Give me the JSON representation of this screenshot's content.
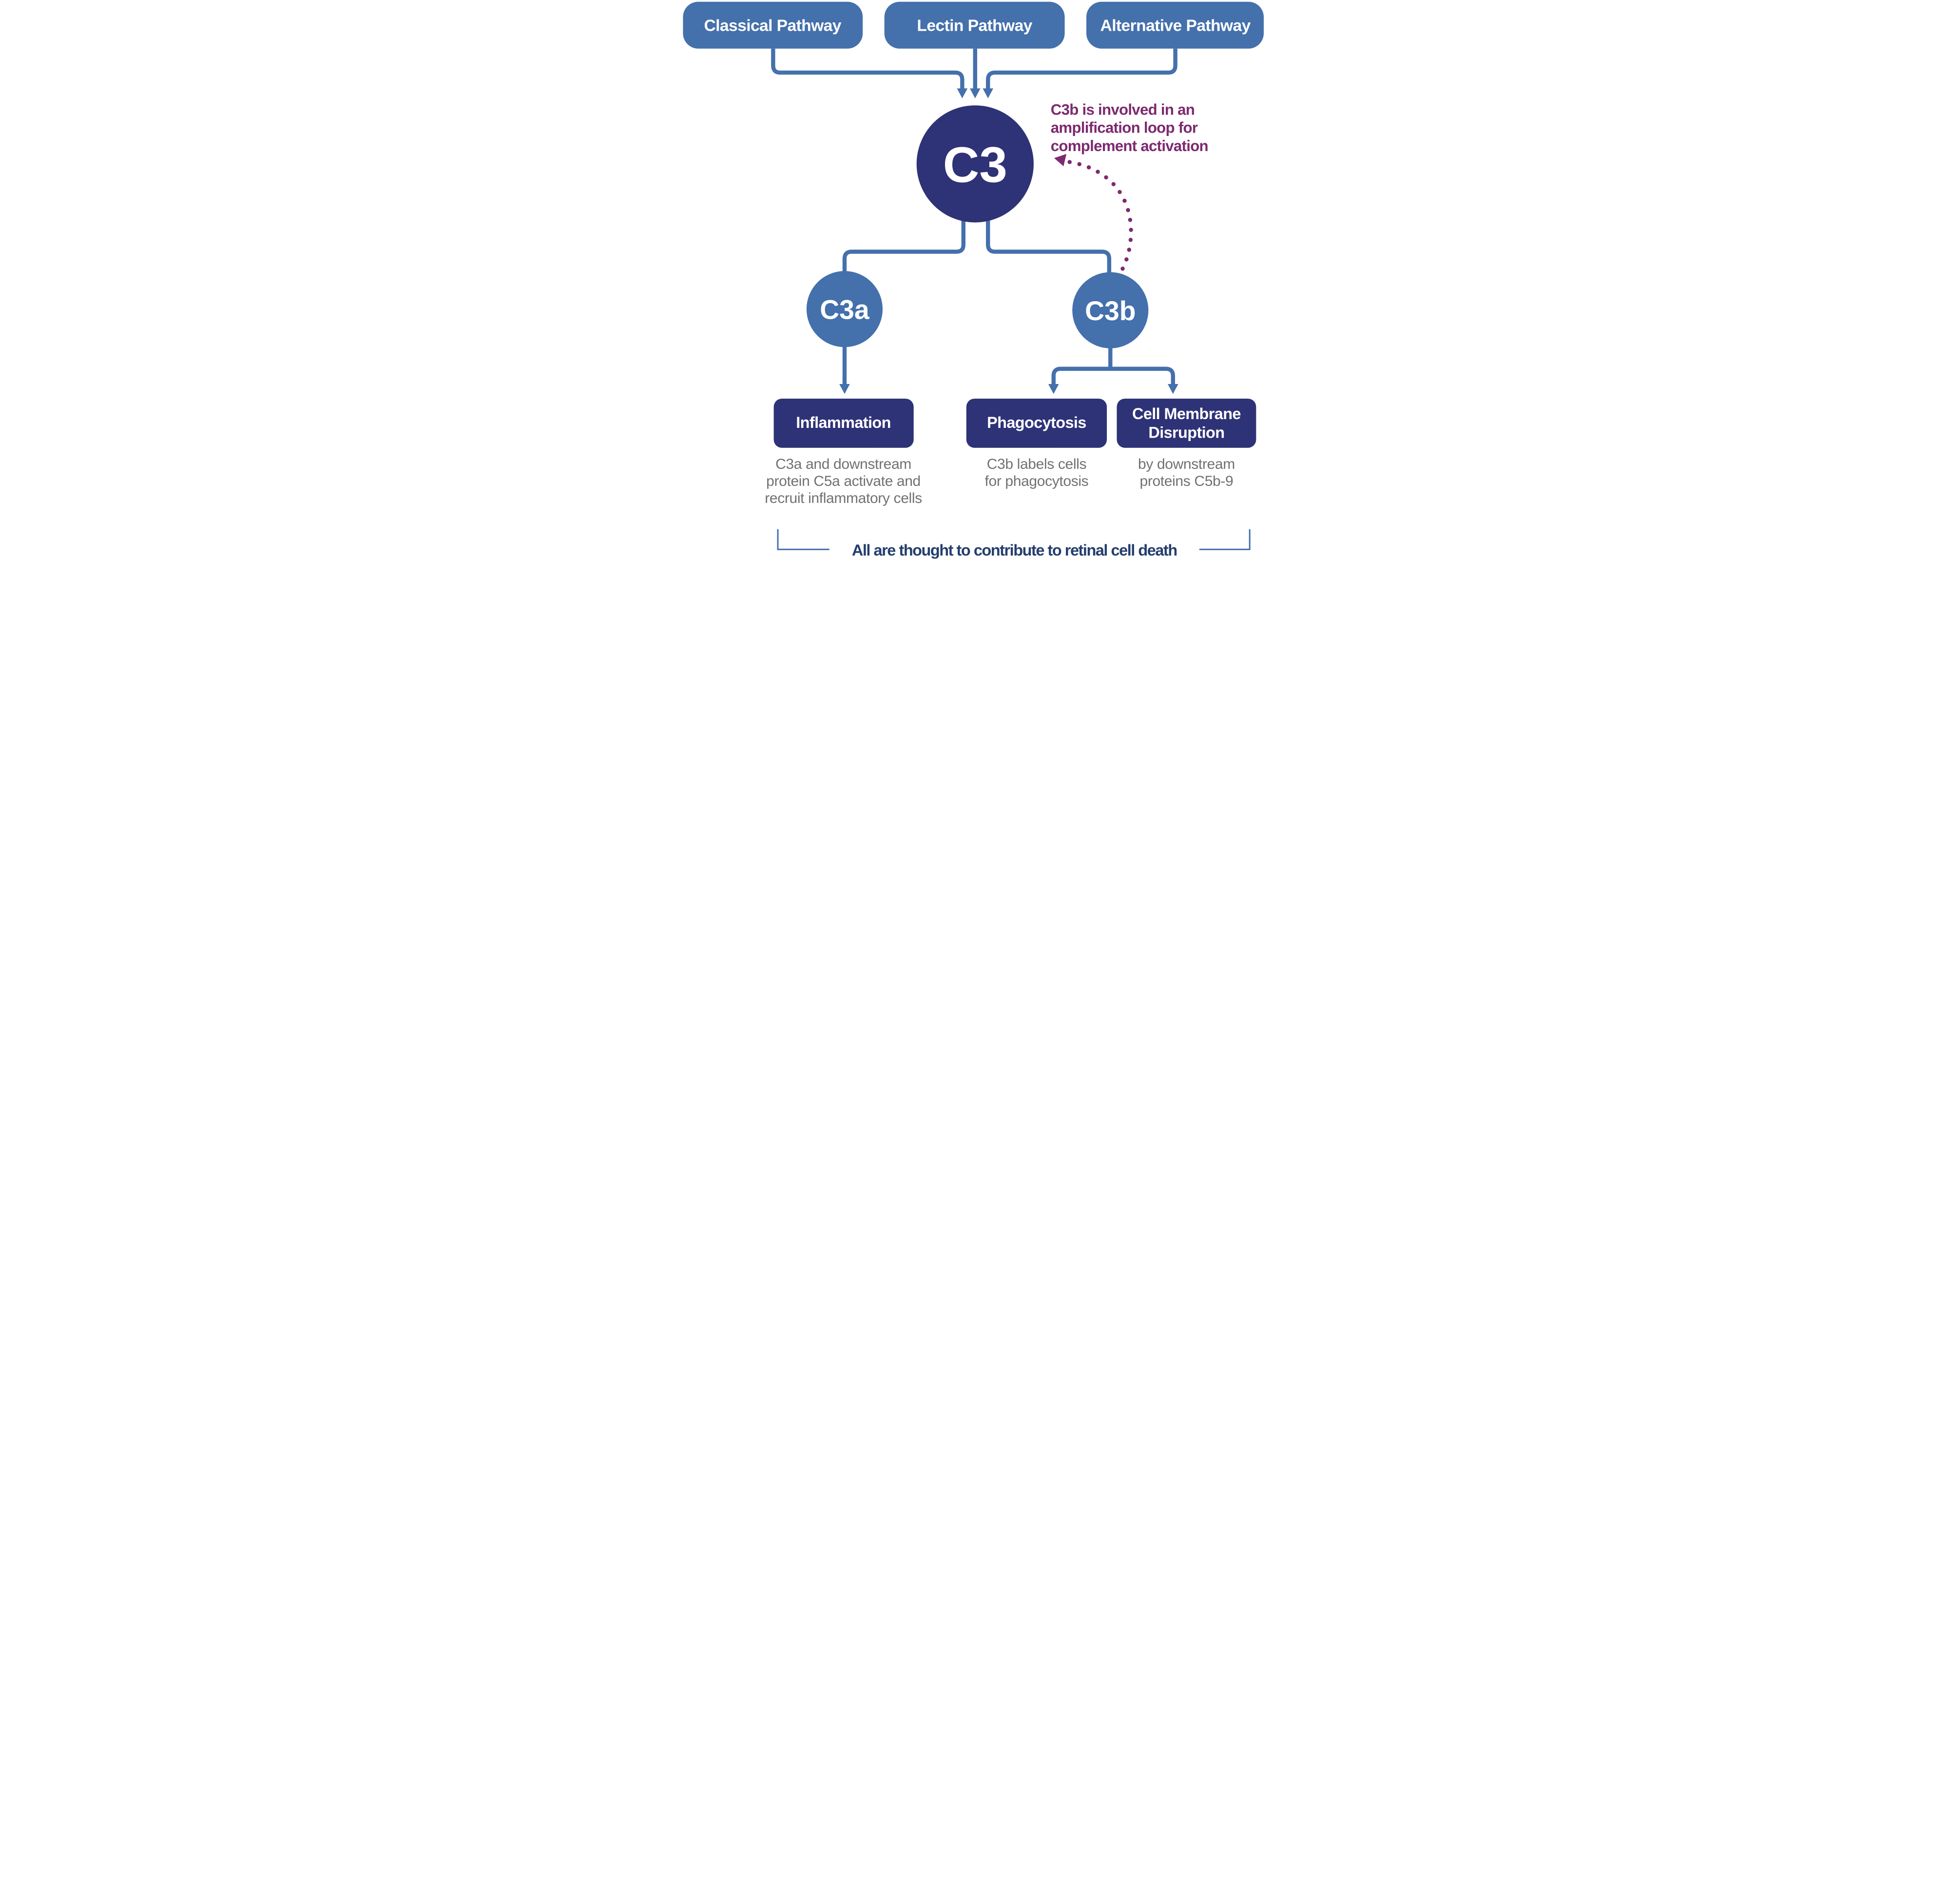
{
  "pathways": [
    {
      "label": "Classical Pathway"
    },
    {
      "label": "Lectin Pathway"
    },
    {
      "label": "Alternative Pathway"
    }
  ],
  "nodes": {
    "c3": "C3",
    "c3a": "C3a",
    "c3b": "C3b"
  },
  "annotation": {
    "lines": [
      "C3b is involved in an",
      "amplification loop for",
      "complement activation"
    ]
  },
  "outcomes": [
    {
      "title_lines": [
        "Inflammation"
      ],
      "description_lines": [
        "C3a and downstream",
        "protein C5a activate and",
        "recruit inflammatory cells"
      ]
    },
    {
      "title_lines": [
        "Phagocytosis"
      ],
      "description_lines": [
        "C3b labels cells",
        "for phagocytosis"
      ]
    },
    {
      "title_lines": [
        "Cell Membrane",
        "Disruption"
      ],
      "description_lines": [
        "by downstream",
        "proteins C5b-9"
      ]
    }
  ],
  "footer": {
    "label": "All are thought to contribute to retinal cell death"
  },
  "colors": {
    "pathway_blue": "#4470AC",
    "dark_navy": "#2E3276",
    "annotation_purple": "#7D2A6F",
    "description_gray": "#717174",
    "footer_navy": "#243E6E"
  }
}
